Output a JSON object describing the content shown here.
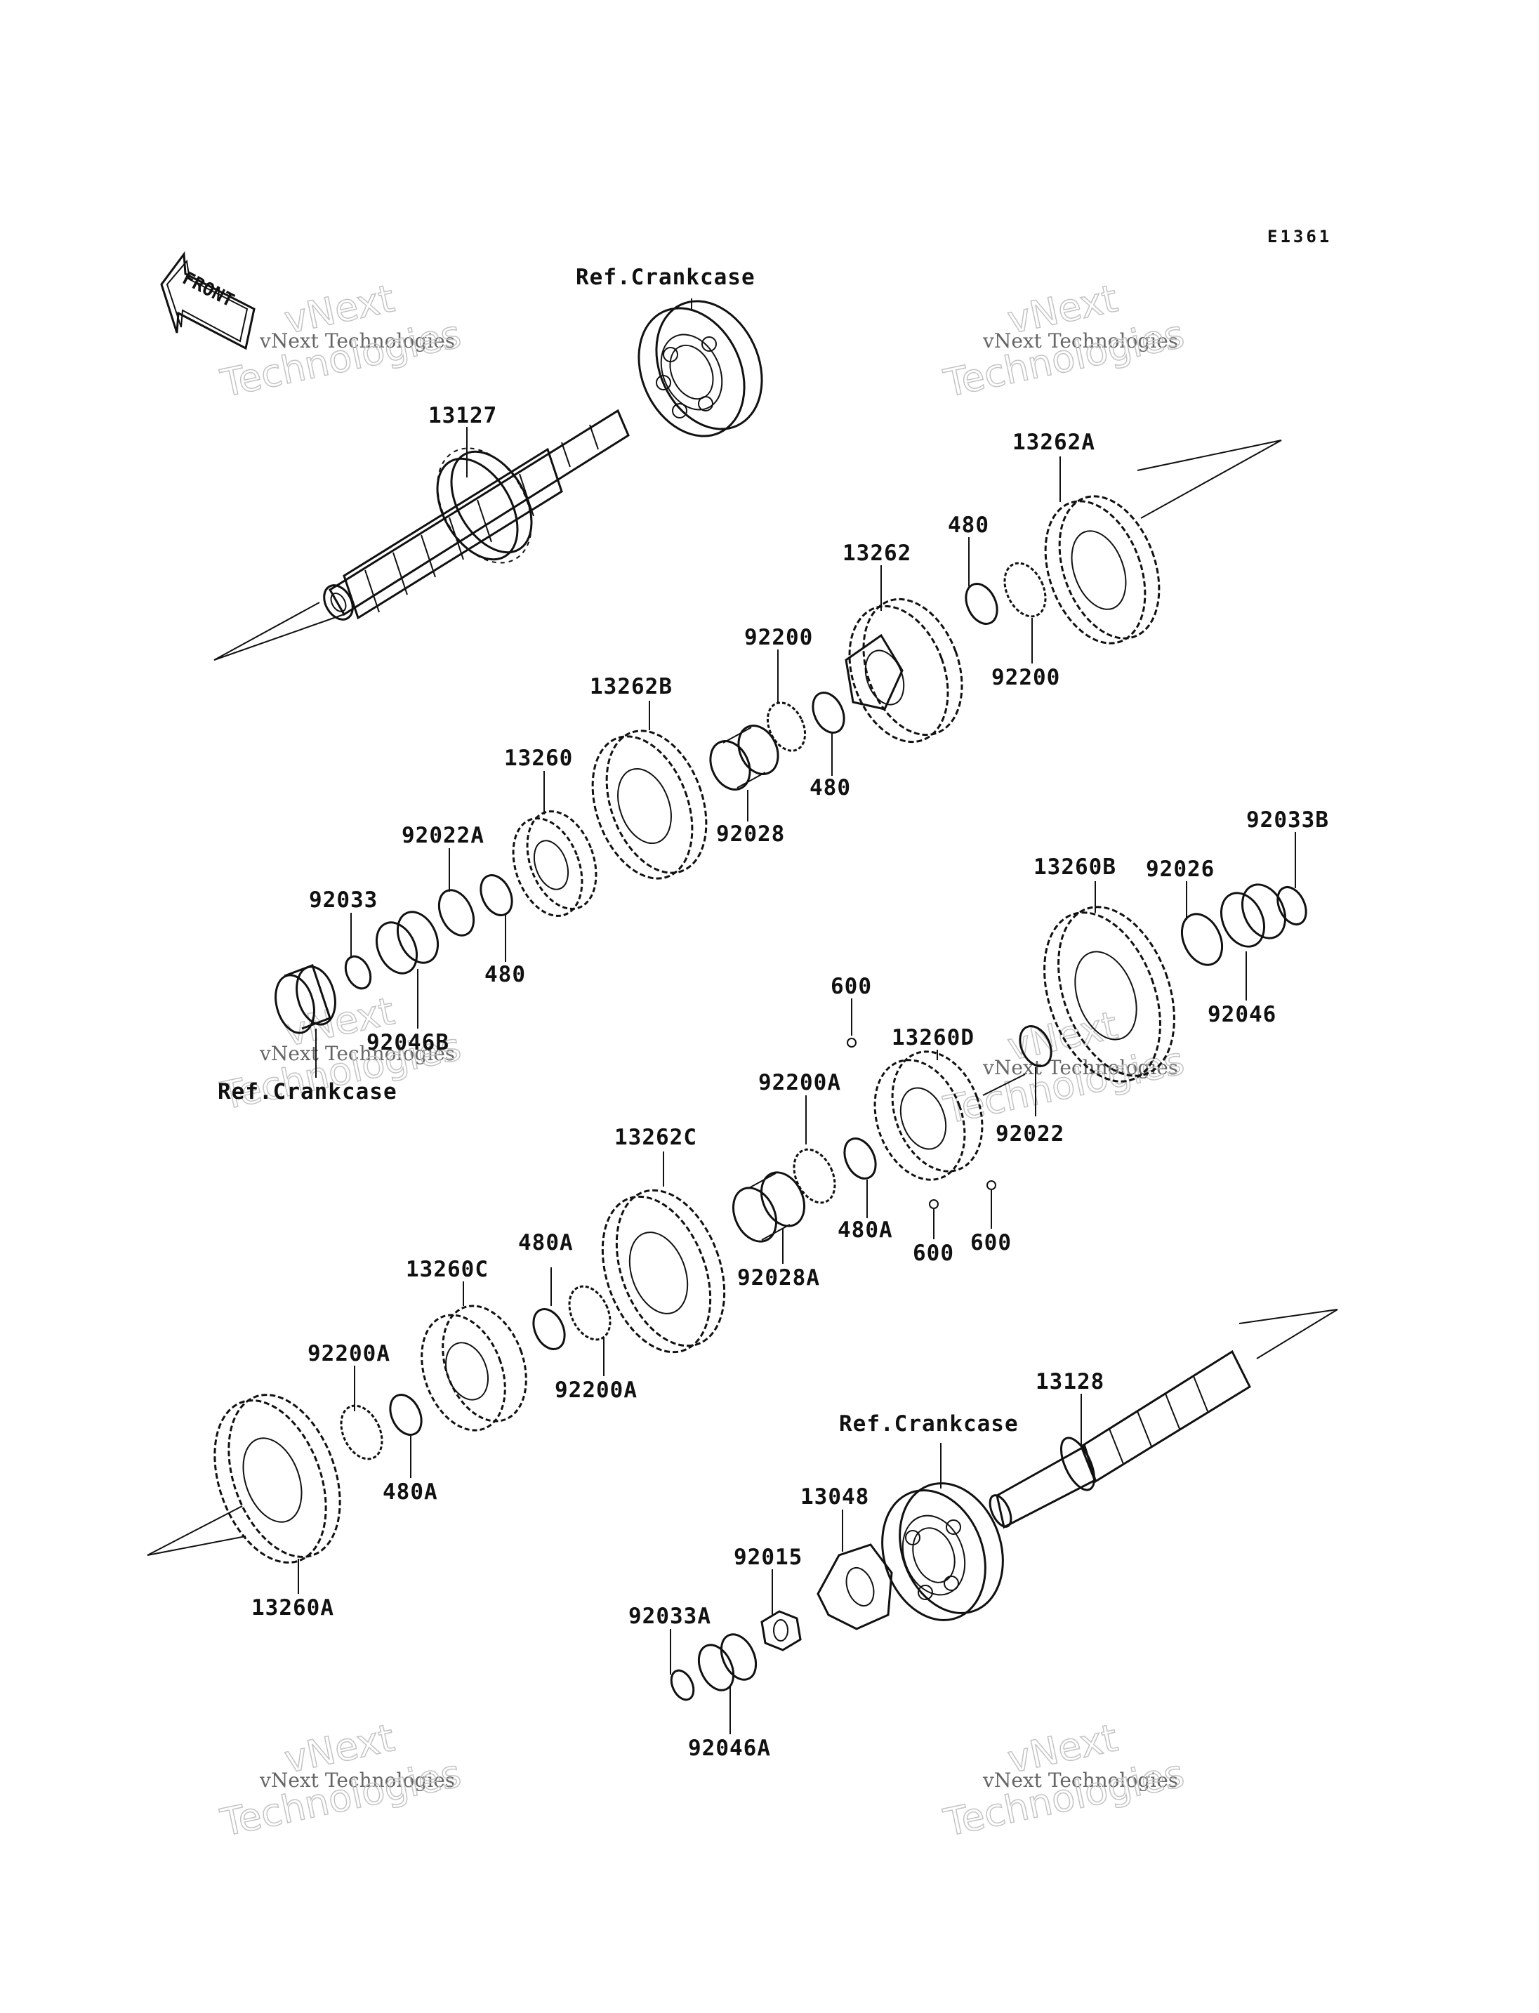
{
  "figure_code": "E1361",
  "front_label": "FRONT",
  "watermark": {
    "line1": "vNext Technologies",
    "line2": "vNext\nTechnologies"
  },
  "colors": {
    "ink": "#111111",
    "watermark": "#bdbdbd"
  },
  "labels": {
    "ref_crankcase_top": "Ref.Crankcase",
    "p13127": "13127",
    "p13262A": "13262A",
    "p480_a": "480",
    "p13262": "13262",
    "p92200_a": "92200",
    "p92200_b": "92200",
    "p480_b": "480",
    "p13262B": "13262B",
    "p92028": "92028",
    "p13260": "13260",
    "p92022A": "92022A",
    "p92033": "92033",
    "p480_c": "480",
    "p92046B": "92046B",
    "ref_crankcase_left": "Ref.Crankcase",
    "p92033B": "92033B",
    "p13260B": "13260B",
    "p92026": "92026",
    "p92046": "92046",
    "p600_a": "600",
    "p13260D": "13260D",
    "p92200A_a": "92200A",
    "p92022": "92022",
    "p13262C": "13262C",
    "p480A_a": "480A",
    "p600_b": "600",
    "p600_c": "600",
    "p92028A": "92028A",
    "p13260C": "13260C",
    "p480A_b": "480A",
    "p92200A_b": "92200A",
    "p92200A_c": "92200A",
    "p480A_c": "480A",
    "p13260A": "13260A",
    "p13128": "13128",
    "ref_crankcase_bottom": "Ref.Crankcase",
    "p13048": "13048",
    "p92015": "92015",
    "p92033A": "92033A",
    "p92046A": "92046A"
  }
}
